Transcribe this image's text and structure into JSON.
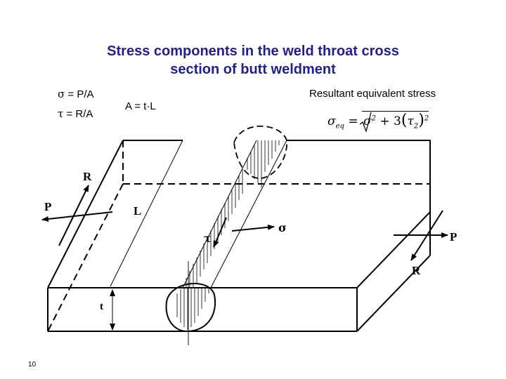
{
  "title_line1": "Stress components in the weld throat cross",
  "title_line2": "section of butt weldment",
  "sigma_formula": {
    "symbol": "σ",
    "rest": " = P/A"
  },
  "tau_formula": {
    "symbol": "τ",
    "rest": " = R/A"
  },
  "area_formula": "A = t·L",
  "resultant_label": "Resultant equivalent stress",
  "equivalent_stress_formula": {
    "lhs_symbol": "σ",
    "lhs_sub": "eq",
    "equals": "=",
    "term1_symbol": "σ",
    "term1_exp": "2",
    "plus": "+ 3",
    "term2_symbol": "τ",
    "term2_sub": "2",
    "term2_exp": "2"
  },
  "labels": {
    "R_left": "R",
    "P_left": "P",
    "L": "L",
    "tau": "τ",
    "sigma": "σ",
    "P_right": "P",
    "R_right": "R",
    "t": "t"
  },
  "page_number": "10"
}
